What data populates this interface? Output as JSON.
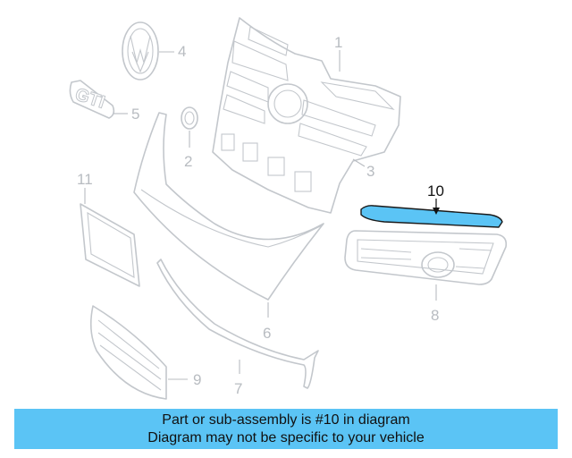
{
  "highlighted_part": "10",
  "callouts": {
    "c1": "1",
    "c2": "2",
    "c3": "3",
    "c4": "4",
    "c5": "5",
    "c6": "6",
    "c7": "7",
    "c8": "8",
    "c9": "9",
    "c10": "10",
    "c11": "11"
  },
  "emblem_text": "GTI",
  "banner": {
    "line1": "Part or sub-assembly is #10 in diagram",
    "line2": "Diagram may not be specific to your vehicle"
  },
  "colors": {
    "highlight_fill": "#5bc4f5",
    "banner_bg": "#5bc4f5",
    "part_stroke": "#c3c7cc"
  }
}
